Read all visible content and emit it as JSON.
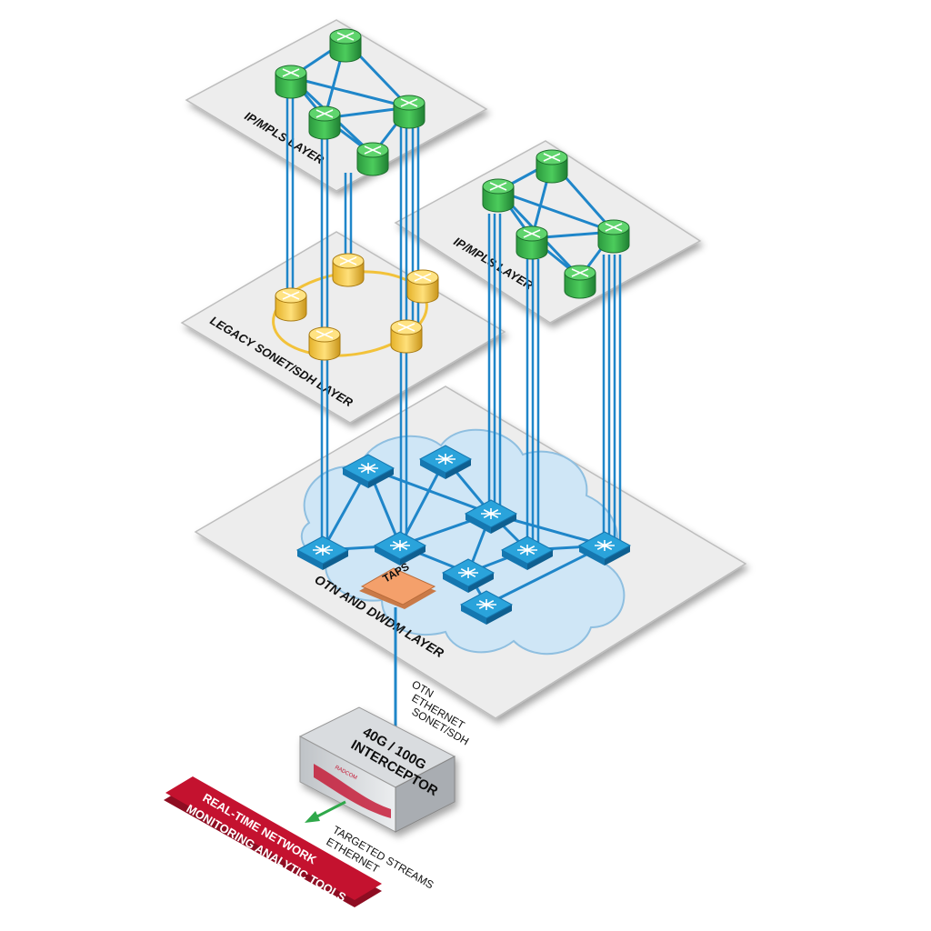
{
  "layers": {
    "ip_mpls_left": "IP/MPLS LAYER",
    "ip_mpls_right": "IP/MPLS LAYER",
    "legacy": "LEGACY SONET/SDH LAYER",
    "otn": "OTN AND DWDM LAYER"
  },
  "taps": "TAPS",
  "protocols": [
    "OTN",
    "ETHERNET",
    "SONET/SDH"
  ],
  "interceptor": {
    "line1": "40G / 100G",
    "line2": "INTERCEPTOR",
    "logo": "RADCOM"
  },
  "streams": [
    "TARGETED STREAMS",
    "ETHERNET"
  ],
  "tools": {
    "line1": "REAL-TIME NETWORK",
    "line2": "MONITORING ANALYTIC TOOLS"
  },
  "colors": {
    "router": "#2fa84a",
    "sonet_node": "#f2c23a",
    "otn_switch": "#2aa3db",
    "link": "#1f86c9",
    "cloud": "#cfe6f6",
    "taps": "#f4a06b",
    "tools_banner": "#c4122f"
  },
  "icons": {
    "router": "router-icon",
    "sonet_node": "sonet-node-icon",
    "otn_switch": "optical-switch-icon"
  }
}
